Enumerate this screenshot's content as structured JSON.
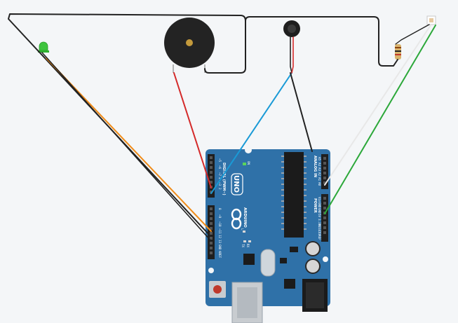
{
  "board": {
    "model": "UNO",
    "brand": "ARDUINO",
    "digital_header_label": "DIGITAL (PWM~)",
    "analog_header_label": "ANALOG IN",
    "power_header_label": "POWER",
    "on_label": "ON",
    "tx_label": "TX",
    "rx_label": "RX",
    "l_label": "L",
    "digital_pins_upper": [
      "~5",
      "~6",
      "~7",
      "4",
      "~3",
      "2",
      "TX 1",
      "RX 0"
    ],
    "digital_pins_lower": [
      "8",
      "~9",
      "~10",
      "~11",
      "12",
      "13",
      "GND",
      "AREF"
    ],
    "analog_pins": [
      "A5",
      "A4",
      "A3",
      "A2",
      "A1",
      "A0"
    ],
    "power_pins": [
      "Vin",
      "GND",
      "GND",
      "5V",
      "3.3V",
      "RESET",
      "IOREF"
    ]
  },
  "components": [
    "led-green",
    "piezo-buzzer",
    "vibration-motor",
    "resistor",
    "photoresistor"
  ],
  "colors": {
    "board": "#2f71a8",
    "wire_black": "#222222",
    "wire_orange": "#ef8c1a",
    "wire_red": "#d42a2a",
    "wire_blue": "#1a9ad6",
    "wire_green": "#2ca83a",
    "wire_white": "#e8e8e8",
    "led": "#3fc43f"
  }
}
